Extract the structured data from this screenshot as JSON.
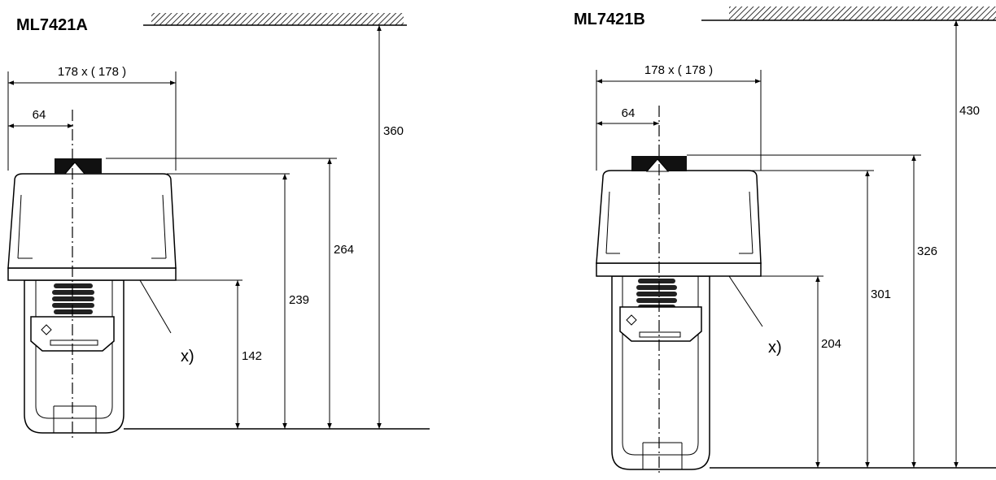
{
  "left": {
    "title": "ML7421A",
    "width_label": "178 x ( 178 )",
    "offset_label": "64",
    "overall_height_label": "360",
    "top_height_label": "264",
    "cover_height_label": "239",
    "base_height_label": "142",
    "note_label": "x)"
  },
  "right": {
    "title": "ML7421B",
    "width_label": "178 x ( 178 )",
    "offset_label": "64",
    "overall_height_label": "430",
    "top_height_label": "326",
    "cover_height_label": "301",
    "base_height_label": "204",
    "note_label": "x)"
  }
}
